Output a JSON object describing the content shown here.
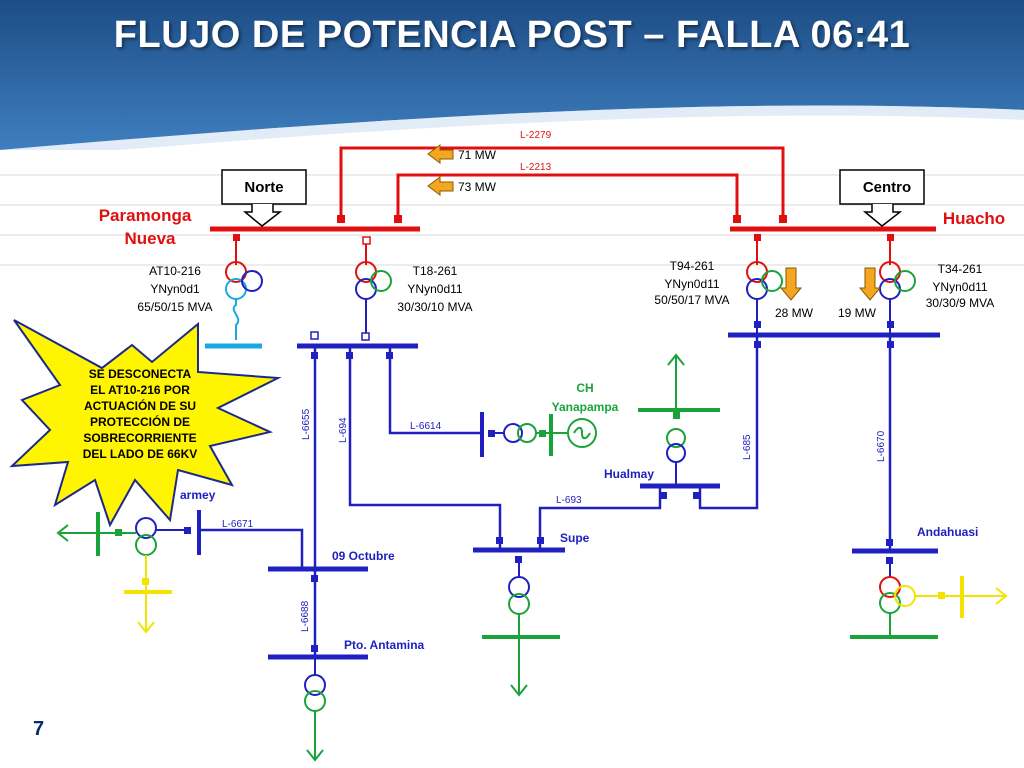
{
  "title": "FLUJO DE POTENCIA POST – FALLA 06:41",
  "page_number": "7",
  "colors": {
    "bus_red": "#e01010",
    "bus_blue": "#2020c0",
    "green": "#1aa33a",
    "yellow": "#f2e400",
    "accent": "#c6c6c6",
    "banner": "#1f4f86"
  },
  "callouts": {
    "norte": "Norte",
    "centro": "Centro"
  },
  "lines": {
    "l2279": "L-2279",
    "l2213": "L-2213",
    "l6614": "L-6614",
    "l693": "L-693",
    "l6671": "L-6671",
    "l6655": "L-6655",
    "l694": "L-694",
    "l685": "L-685",
    "l6670": "L-6670",
    "l6688": "L-6688"
  },
  "flows": {
    "f1": "71 MW",
    "f2": "73 MW",
    "f3": "28 MW",
    "f4": "19 MW"
  },
  "substations": {
    "paramonga_1": "Paramonga",
    "paramonga_2": "Nueva",
    "huacho": "Huacho",
    "ch_1": "CH",
    "ch_2": "Yanapampa",
    "hualmay": "Hualmay",
    "supe": "Supe",
    "octubre": "09 Octubre",
    "antamina": "Pto. Antamina",
    "andahuasi": "Andahuasi",
    "carmey": "armey"
  },
  "transformers": {
    "at10": [
      "AT10-216",
      "YNyn0d1",
      "65/50/15 MVA"
    ],
    "t18": [
      "T18-261",
      "YNyn0d11",
      "30/30/10 MVA"
    ],
    "t94": [
      "T94-261",
      "YNyn0d11",
      "50/50/17 MVA"
    ],
    "t34": [
      "T34-261",
      "YNyn0d11",
      "30/30/9 MVA"
    ]
  },
  "note": [
    "SE DESCONECTA",
    "EL AT10-216 POR",
    "ACTUACIÓN DE SU",
    "PROTECCIÓN DE",
    "SOBRECORRIENTE",
    "DEL LADO DE 66KV"
  ]
}
